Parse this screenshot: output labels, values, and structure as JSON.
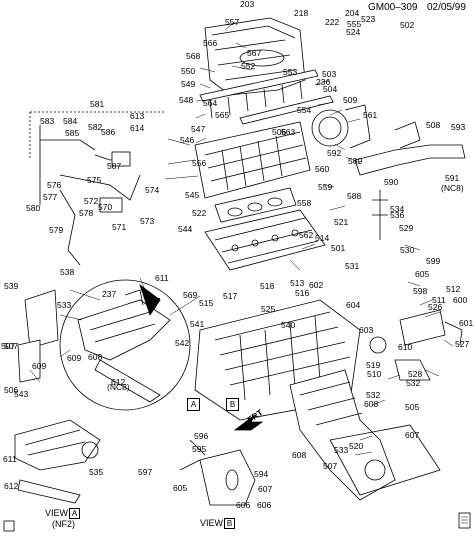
{
  "header": {
    "code": "GM00–309",
    "date": "02/05/99"
  },
  "views": {
    "view_a_label": "VIEW",
    "view_a_box": "A",
    "view_a_note": "(NF2)",
    "view_b_label": "VIEW",
    "view_b_box": "B",
    "detail_note": "(NC8)",
    "box_a": "A",
    "box_b": "B",
    "frt": "FRT",
    "nc8_right": "(NC8)",
    "footer_left_icon": "book-icon",
    "footer_right_icon": "page-icon"
  },
  "callouts": [
    {
      "id": "203"
    },
    {
      "id": "218"
    },
    {
      "id": "204"
    },
    {
      "id": "523"
    },
    {
      "id": "502"
    },
    {
      "id": "557"
    },
    {
      "id": "222"
    },
    {
      "id": "555"
    },
    {
      "id": "524"
    },
    {
      "id": "566"
    },
    {
      "id": "567"
    },
    {
      "id": "552"
    },
    {
      "id": "568"
    },
    {
      "id": "550"
    },
    {
      "id": "549"
    },
    {
      "id": "548"
    },
    {
      "id": "553"
    },
    {
      "id": "506"
    },
    {
      "id": "236"
    },
    {
      "id": "503"
    },
    {
      "id": "504"
    },
    {
      "id": "509"
    },
    {
      "id": "564"
    },
    {
      "id": "565"
    },
    {
      "id": "563"
    },
    {
      "id": "554"
    },
    {
      "id": "581"
    },
    {
      "id": "583"
    },
    {
      "id": "584"
    },
    {
      "id": "582"
    },
    {
      "id": "613"
    },
    {
      "id": "614"
    },
    {
      "id": "585"
    },
    {
      "id": "586"
    },
    {
      "id": "546"
    },
    {
      "id": "547"
    },
    {
      "id": "571"
    },
    {
      "id": "570"
    },
    {
      "id": "561"
    },
    {
      "id": "508"
    },
    {
      "id": "593"
    },
    {
      "id": "587"
    },
    {
      "id": "556"
    },
    {
      "id": "576"
    },
    {
      "id": "575"
    },
    {
      "id": "574"
    },
    {
      "id": "592"
    },
    {
      "id": "589"
    },
    {
      "id": "560"
    },
    {
      "id": "591"
    },
    {
      "id": "577"
    },
    {
      "id": "572"
    },
    {
      "id": "559"
    },
    {
      "id": "588"
    },
    {
      "id": "590"
    },
    {
      "id": "580"
    },
    {
      "id": "578"
    },
    {
      "id": "573"
    },
    {
      "id": "558"
    },
    {
      "id": "545"
    },
    {
      "id": "579"
    },
    {
      "id": "522"
    },
    {
      "id": "562"
    },
    {
      "id": "534"
    },
    {
      "id": "536"
    },
    {
      "id": "544"
    },
    {
      "id": "543"
    },
    {
      "id": "521"
    },
    {
      "id": "514"
    },
    {
      "id": "529"
    },
    {
      "id": "501"
    },
    {
      "id": "530"
    },
    {
      "id": "538"
    },
    {
      "id": "611"
    },
    {
      "id": "531"
    },
    {
      "id": "599"
    },
    {
      "id": "605"
    },
    {
      "id": "598"
    },
    {
      "id": "512"
    },
    {
      "id": "511"
    },
    {
      "id": "600"
    },
    {
      "id": "539"
    },
    {
      "id": "237"
    },
    {
      "id": "537"
    },
    {
      "id": "569"
    },
    {
      "id": "518"
    },
    {
      "id": "517"
    },
    {
      "id": "516"
    },
    {
      "id": "513"
    },
    {
      "id": "604"
    },
    {
      "id": "526"
    },
    {
      "id": "533"
    },
    {
      "id": "601"
    },
    {
      "id": "610"
    },
    {
      "id": "515"
    },
    {
      "id": "602"
    },
    {
      "id": "525"
    },
    {
      "id": "507"
    },
    {
      "id": "609"
    },
    {
      "id": "608"
    },
    {
      "id": "541"
    },
    {
      "id": "603"
    },
    {
      "id": "527"
    },
    {
      "id": "542"
    },
    {
      "id": "528"
    },
    {
      "id": "612"
    },
    {
      "id": "519"
    },
    {
      "id": "532"
    },
    {
      "id": "532"
    },
    {
      "id": "505"
    },
    {
      "id": "607"
    },
    {
      "id": "520"
    },
    {
      "id": "535"
    },
    {
      "id": "611"
    },
    {
      "id": "612"
    },
    {
      "id": "596"
    },
    {
      "id": "595"
    },
    {
      "id": "597"
    },
    {
      "id": "594"
    },
    {
      "id": "605"
    },
    {
      "id": "606"
    },
    {
      "id": "607"
    },
    {
      "id": "606"
    },
    {
      "id": "540"
    },
    {
      "id": "510"
    },
    {
      "id": "608"
    },
    {
      "id": "608"
    },
    {
      "id": "533"
    },
    {
      "id": "507"
    },
    {
      "id": "609"
    },
    {
      "id": "506"
    },
    {
      "id": "507"
    }
  ]
}
